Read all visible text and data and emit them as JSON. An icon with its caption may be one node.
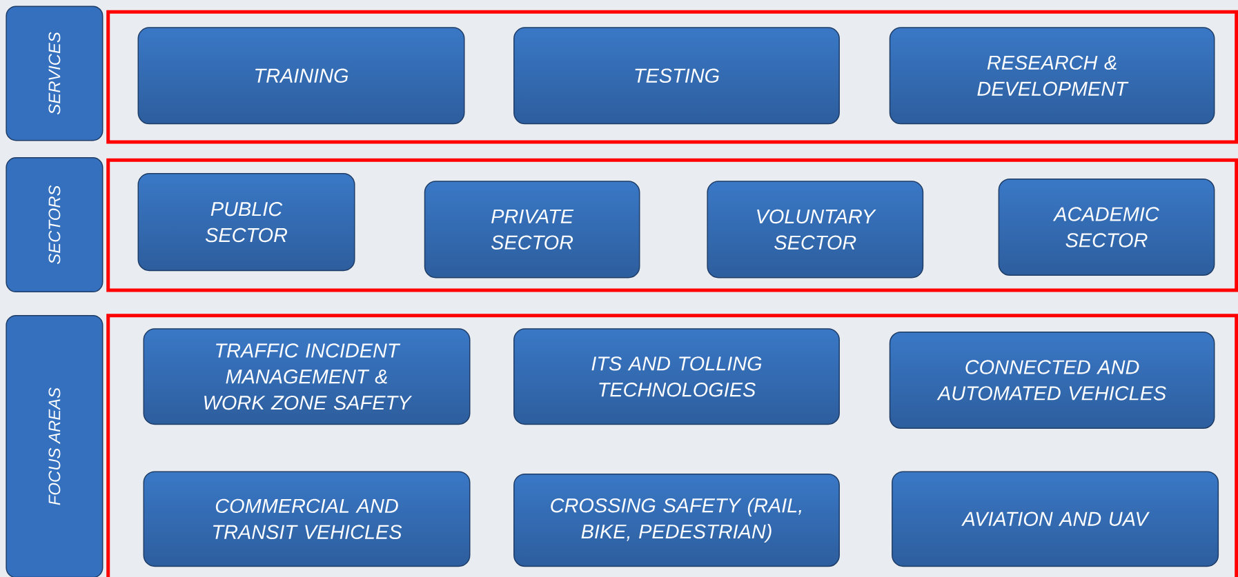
{
  "diagram": {
    "nodes": [
      {
        "text": [
          "SERVICES"
        ]
      },
      {
        "text": [],
        "shape": "box"
      },
      {
        "text": [
          "TRAINING"
        ],
        "in": 1
      },
      {
        "text": [
          "TESTING"
        ],
        "in": 1
      },
      {
        "text": [
          "RESEARCH & DEVELOPMENT"
        ],
        "in": 1
      },
      {
        "text": [
          "SECTORS"
        ]
      },
      {
        "text": [],
        "shape": "box"
      },
      {
        "text": [
          "PUBLIC SECTOR"
        ],
        "in": 6
      },
      {
        "text": [
          "PRIVATE SECTOR"
        ],
        "in": 6
      },
      {
        "text": [
          "VOLUNTARY SECTOR"
        ],
        "in": 6
      },
      {
        "text": [
          "ACADEMIC SECTOR"
        ],
        "in": 6
      },
      {
        "text": [
          "FOCUS AREAS"
        ]
      },
      {
        "text": [],
        "shape": "box"
      },
      {
        "text": [
          "TRAFFIC INCIDENT MANAGEMENT & WORK ZONE SAFETY"
        ],
        "in": 12
      },
      {
        "text": [
          "ITS AND TOLLING TECHNOLOGIES"
        ],
        "in": 12
      },
      {
        "text": [
          "CONNECTED AND AUTOMATED VEHICLES"
        ],
        "in": 12
      },
      {
        "text": [
          "COMMERCIAL AND TRANSIT VEHICLES"
        ],
        "in": 12
      },
      {
        "text": [
          "CROSSING SAFETY (RAIL, BIKE, PEDESTRIAN)"
        ],
        "in": 12
      },
      {
        "text": [
          "AVIATION AND UAV"
        ],
        "in": 12
      }
    ]
  }
}
